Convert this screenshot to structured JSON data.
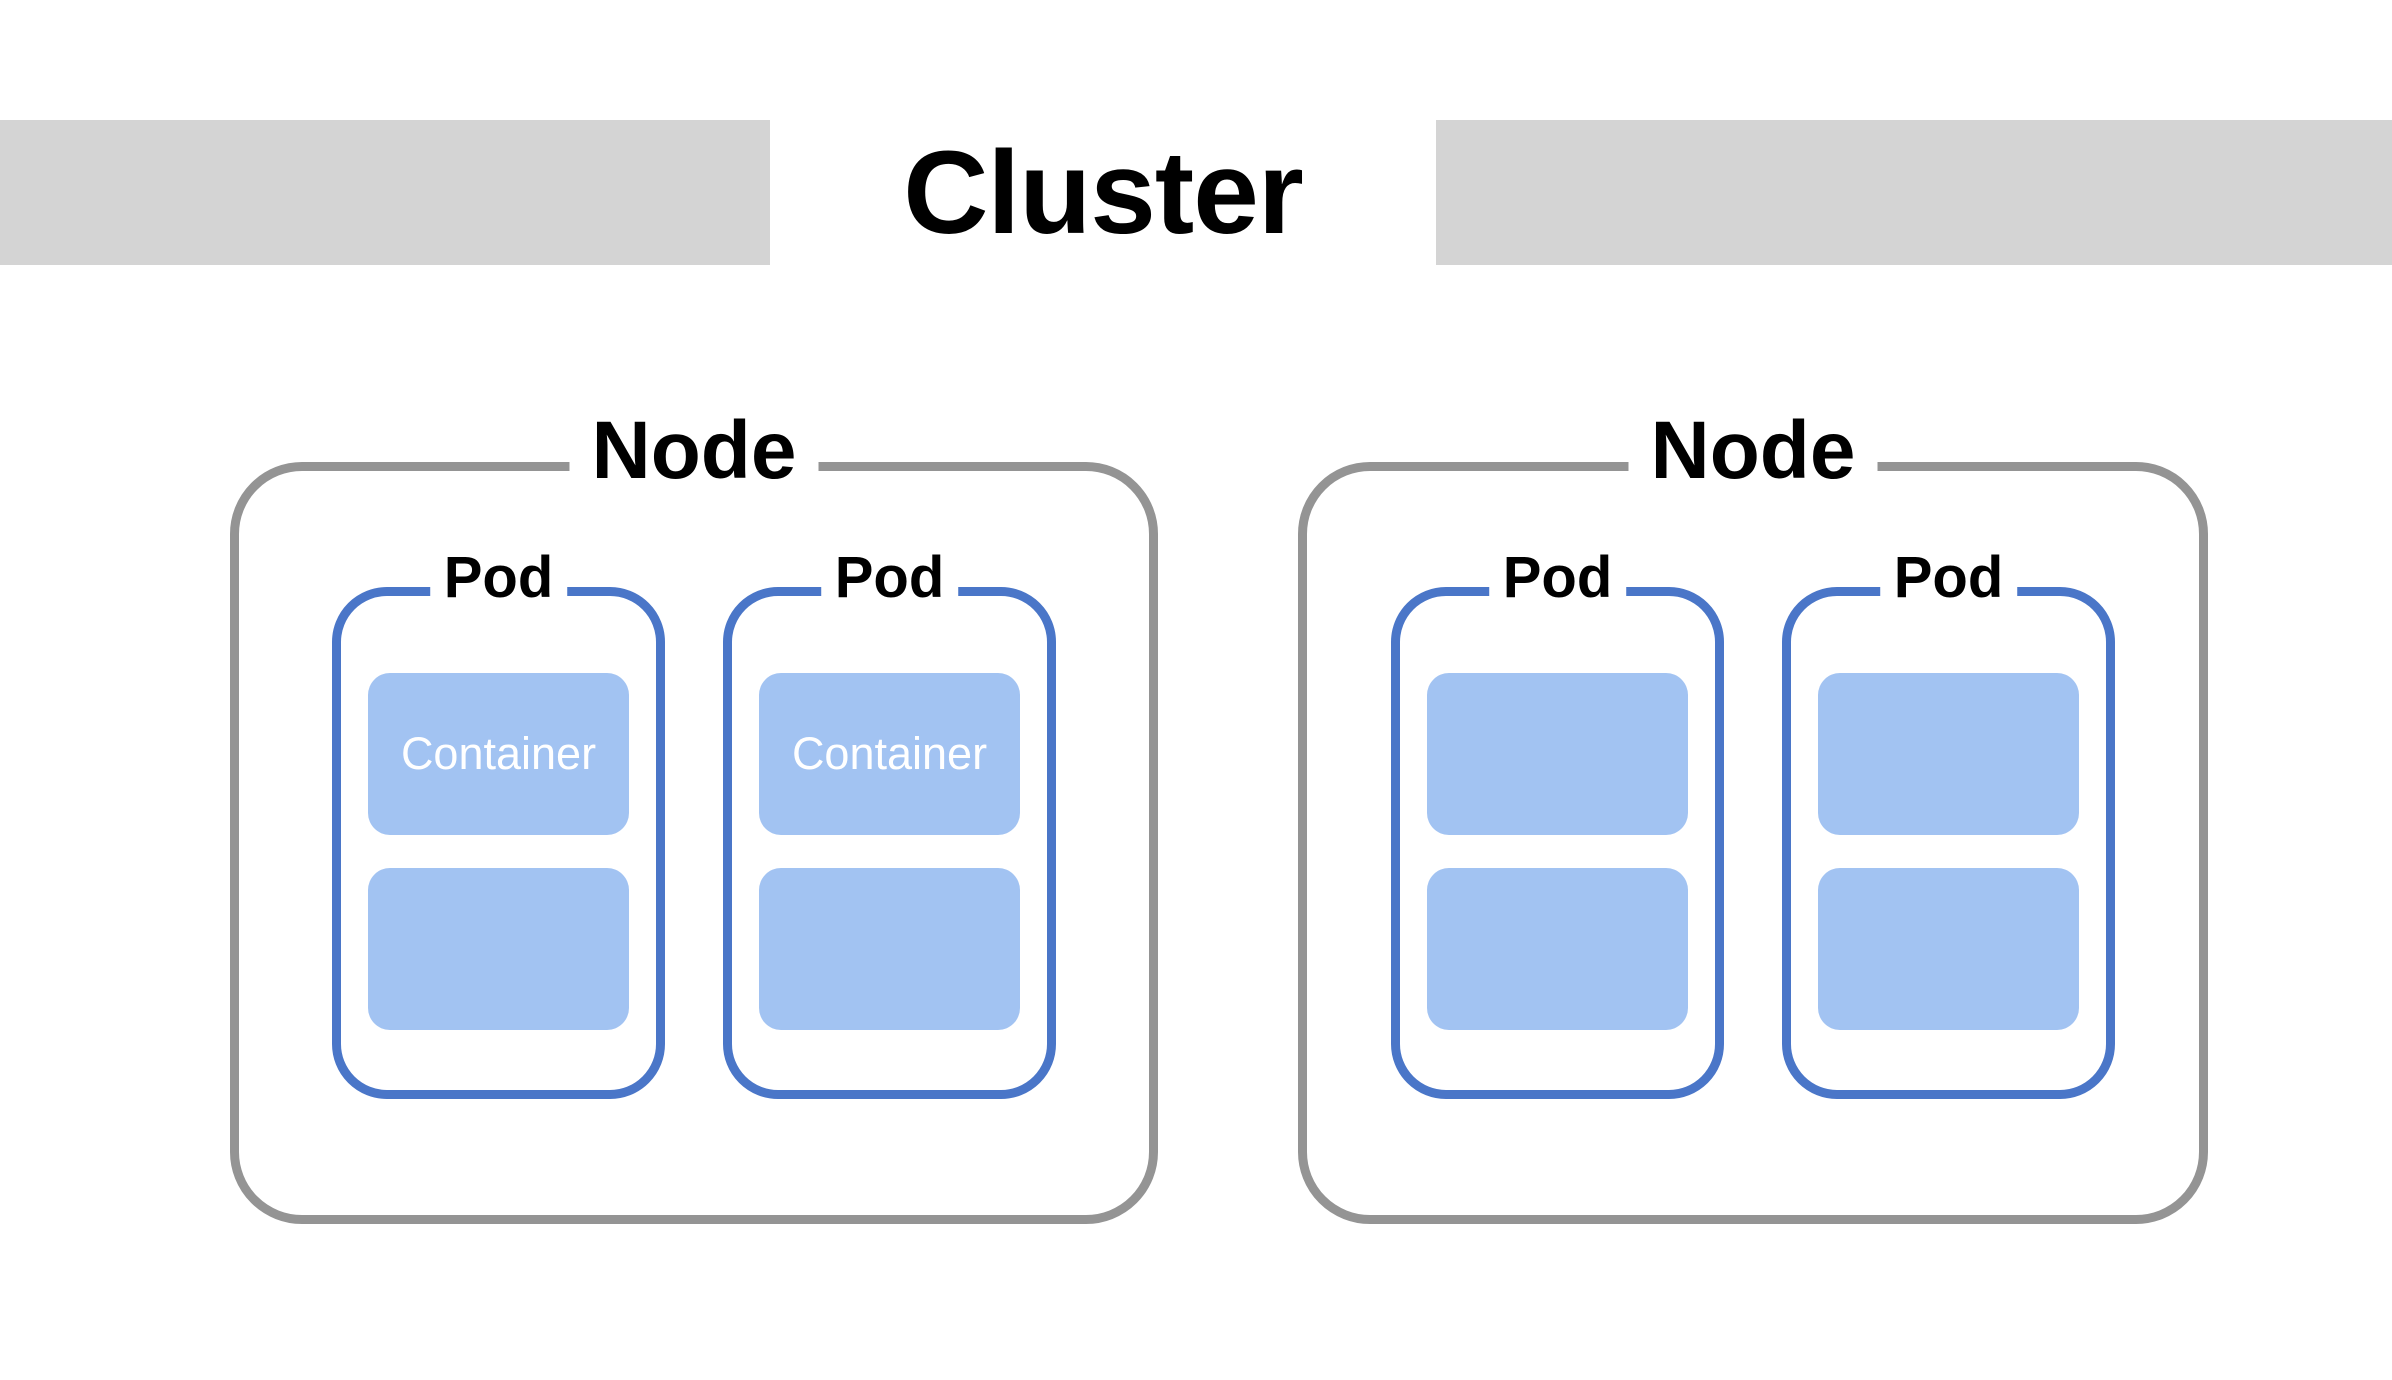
{
  "diagram": {
    "title": "Cluster",
    "type": "kubernetes-cluster-architecture"
  },
  "cluster": {
    "label": "Cluster",
    "band_color": "#d4d4d4",
    "nodes": [
      {
        "label": "Node",
        "border_color": "#949494",
        "pods": [
          {
            "label": "Pod",
            "border_color": "#4a76c8",
            "containers": [
              {
                "label": "Container",
                "fill": "#a2c3f2"
              },
              {
                "label": "",
                "fill": "#a2c3f2"
              }
            ]
          },
          {
            "label": "Pod",
            "border_color": "#4a76c8",
            "containers": [
              {
                "label": "Container",
                "fill": "#a2c3f2"
              },
              {
                "label": "",
                "fill": "#a2c3f2"
              }
            ]
          }
        ]
      },
      {
        "label": "Node",
        "border_color": "#949494",
        "pods": [
          {
            "label": "Pod",
            "border_color": "#4a76c8",
            "containers": [
              {
                "label": "",
                "fill": "#a2c3f2"
              },
              {
                "label": "",
                "fill": "#a2c3f2"
              }
            ]
          },
          {
            "label": "Pod",
            "border_color": "#4a76c8",
            "containers": [
              {
                "label": "",
                "fill": "#a2c3f2"
              },
              {
                "label": "",
                "fill": "#a2c3f2"
              }
            ]
          }
        ]
      }
    ]
  }
}
